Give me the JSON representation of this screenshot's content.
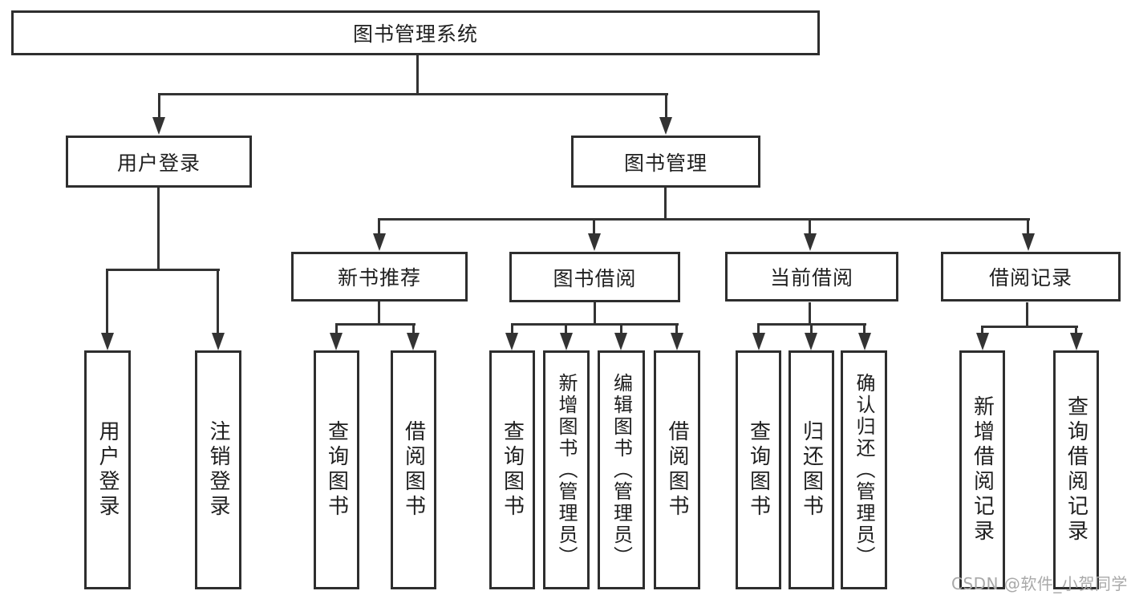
{
  "diagram": {
    "title": "图书管理系统",
    "root": {
      "label": "图书管理系统"
    },
    "level2": {
      "user_login": {
        "label": "用户登录"
      },
      "book_mgmt": {
        "label": "图书管理"
      }
    },
    "level3": {
      "new_book_rec": {
        "label": "新书推荐"
      },
      "book_borrow": {
        "label": "图书借阅"
      },
      "current_borrow": {
        "label": "当前借阅"
      },
      "borrow_records": {
        "label": "借阅记录"
      }
    },
    "leaves": {
      "user_login": {
        "label": "用户登录"
      },
      "logout": {
        "label": "注销登录"
      },
      "rec_query_books": {
        "label": "查询图书"
      },
      "rec_borrow_books": {
        "label": "借阅图书"
      },
      "bb_query_books": {
        "label": "查询图书"
      },
      "bb_add_books": {
        "label": "新增图书（管理员）"
      },
      "bb_edit_books": {
        "label": "编辑图书（管理员）"
      },
      "bb_borrow_books": {
        "label": "借阅图书"
      },
      "cb_query_books": {
        "label": "查询图书"
      },
      "cb_return_books": {
        "label": "归还图书"
      },
      "cb_confirm_return": {
        "label": "确认归还（管理员）"
      },
      "br_add_record": {
        "label": "新增借阅记录"
      },
      "br_query_record": {
        "label": "查询借阅记录"
      }
    },
    "edges": [
      {
        "from": "图书管理系统",
        "to": "用户登录"
      },
      {
        "from": "图书管理系统",
        "to": "图书管理"
      },
      {
        "from": "用户登录",
        "to": "用户登录"
      },
      {
        "from": "用户登录",
        "to": "注销登录"
      },
      {
        "from": "图书管理",
        "to": "新书推荐"
      },
      {
        "from": "图书管理",
        "to": "图书借阅"
      },
      {
        "from": "图书管理",
        "to": "当前借阅"
      },
      {
        "from": "图书管理",
        "to": "借阅记录"
      },
      {
        "from": "新书推荐",
        "to": "查询图书"
      },
      {
        "from": "新书推荐",
        "to": "借阅图书"
      },
      {
        "from": "图书借阅",
        "to": "查询图书"
      },
      {
        "from": "图书借阅",
        "to": "新增图书（管理员）"
      },
      {
        "from": "图书借阅",
        "to": "编辑图书（管理员）"
      },
      {
        "from": "图书借阅",
        "to": "借阅图书"
      },
      {
        "from": "当前借阅",
        "to": "查询图书"
      },
      {
        "from": "当前借阅",
        "to": "归还图书"
      },
      {
        "from": "当前借阅",
        "to": "确认归还（管理员）"
      },
      {
        "from": "借阅记录",
        "to": "新增借阅记录"
      },
      {
        "from": "借阅记录",
        "to": "查询借阅记录"
      }
    ],
    "colors": {
      "line": "#333333",
      "box_border": "#2e2e2e",
      "text": "#1f1f1f",
      "background": "#ffffff",
      "watermark": "#a9a9a9"
    }
  },
  "watermark": {
    "text": "CSDN @软件_小贺同学"
  }
}
